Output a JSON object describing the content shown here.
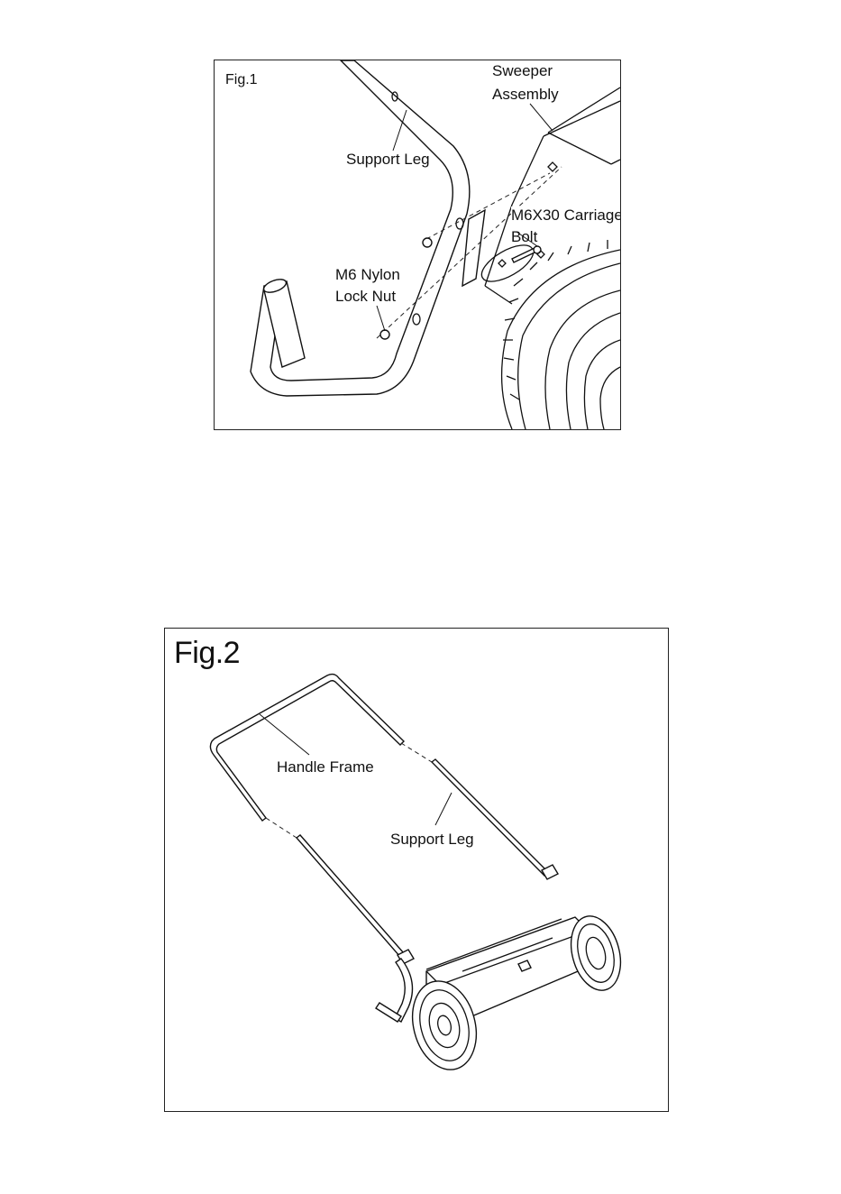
{
  "fig1": {
    "title": "Fig.1",
    "labels": {
      "sweeper_assembly": [
        "Sweeper",
        "Assembly"
      ],
      "support_leg": "Support Leg",
      "carriage_bolt": [
        "M6X30 Carriage",
        "Bolt"
      ],
      "lock_nut": [
        "M6 Nylon",
        "Lock Nut"
      ]
    }
  },
  "fig2": {
    "title": "Fig.2",
    "labels": {
      "handle_frame": "Handle Frame",
      "support_leg": "Support Leg"
    }
  }
}
